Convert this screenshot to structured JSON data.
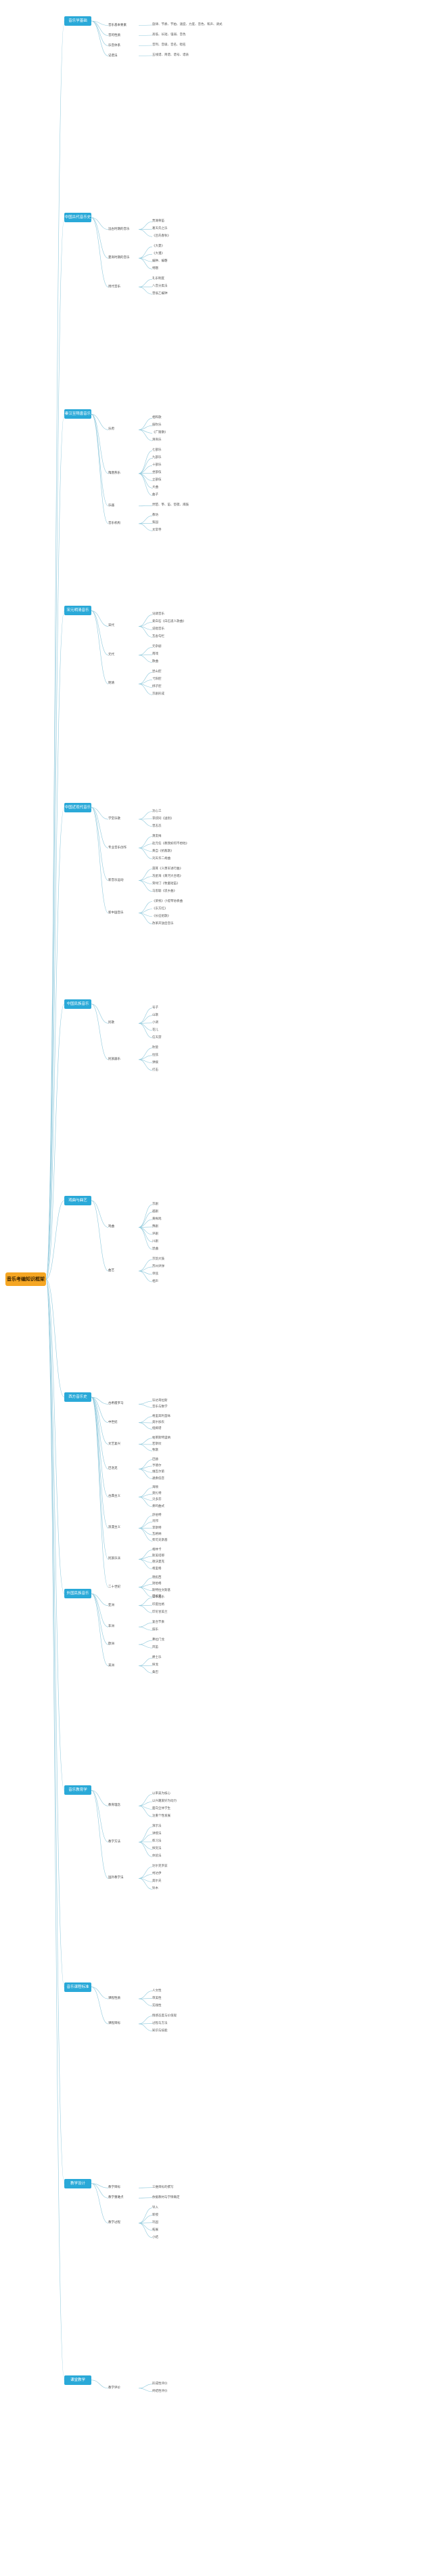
{
  "root": "音乐考编知识框架",
  "colors": {
    "root": "#f5a623",
    "section": "#2aa9d8",
    "line": "#8fc9dc"
  },
  "sections": [
    {
      "title": "音乐学基础",
      "items": [
        {
          "label": "音乐基本要素",
          "sub": [
            "旋律、节奏、节拍、速度、力度、音色、和声、调式"
          ]
        },
        {
          "label": "音的性质",
          "sub": [
            "高低、长短、强弱、音色"
          ]
        },
        {
          "label": "乐音体系",
          "sub": [
            "音列、音级、音名、唱名"
          ]
        },
        {
          "label": "记谱法",
          "sub": [
            "五线谱、简谱、谱号、谱表"
          ]
        }
      ]
    },
    {
      "title": "中国古代音乐史",
      "items": [
        {
          "label": "远古时期的音乐",
          "sub": [
            "贾湖骨笛",
            "葛天氏之乐",
            "《吕氏春秋》"
          ]
        },
        {
          "label": "夏商时期的音乐",
          "sub": [
            "《大夏》",
            "《大濩》",
            "编钟、编磬",
            "特磬"
          ]
        },
        {
          "label": "周代音乐",
          "sub": [
            "礼乐制度",
            "八音分类法",
            "曾侯乙编钟"
          ]
        }
      ]
    },
    {
      "title": "秦汉至隋唐音乐",
      "items": [
        {
          "label": "乐府",
          "sub": [
            "相和歌",
            "鼓吹乐",
            "《广陵散》",
            "清商乐"
          ]
        },
        {
          "label": "隋唐燕乐",
          "sub": [
            "七部乐",
            "九部乐",
            "十部乐",
            "坐部伎",
            "立部伎",
            "大曲",
            "曲子"
          ]
        },
        {
          "label": "乐器",
          "sub": [
            "琵琶、筝、笛、箜篌、羯鼓"
          ]
        },
        {
          "label": "音乐机构",
          "sub": [
            "教坊",
            "梨园",
            "太常寺"
          ]
        }
      ]
    },
    {
      "title": "宋元明清音乐",
      "items": [
        {
          "label": "宋代",
          "sub": [
            "词调音乐",
            "姜白石《白石道人歌曲》",
            "说唱音乐",
            "瓦舍勾栏"
          ]
        },
        {
          "label": "元代",
          "sub": [
            "元杂剧",
            "南戏",
            "散曲"
          ]
        },
        {
          "label": "明清",
          "sub": [
            "昆山腔",
            "弋阳腔",
            "梆子腔",
            "京剧形成"
          ]
        }
      ]
    },
    {
      "title": "中国近现代音乐",
      "items": [
        {
          "label": "学堂乐歌",
          "sub": [
            "沈心工",
            "李叔同《送别》",
            "曾志忞"
          ]
        },
        {
          "label": "专业音乐创作",
          "sub": [
            "萧友梅",
            "赵元任《教我如何不想他》",
            "黄自《抗敌歌》",
            "刘天华二胡曲"
          ]
        },
        {
          "label": "新音乐运动",
          "sub": [
            "聂耳《义勇军进行曲》",
            "冼星海《黄河大合唱》",
            "贺绿汀《牧童短笛》",
            "马思聪《思乡曲》"
          ]
        },
        {
          "label": "新中国音乐",
          "sub": [
            "《梁祝》小提琴协奏曲",
            "《东方红》",
            "《长征组歌》",
            "改革开放后音乐"
          ]
        }
      ]
    },
    {
      "title": "中国民族音乐",
      "items": [
        {
          "label": "民歌",
          "sub": [
            "号子",
            "山歌",
            "小调",
            "花儿",
            "信天游"
          ]
        },
        {
          "label": "民族器乐",
          "sub": [
            "吹管",
            "拉弦",
            "弹拨",
            "打击"
          ]
        }
      ]
    },
    {
      "title": "戏曲与曲艺",
      "items": [
        {
          "label": "戏曲",
          "sub": [
            "京剧",
            "越剧",
            "黄梅戏",
            "豫剧",
            "评剧",
            "川剧",
            "昆曲"
          ]
        },
        {
          "label": "曲艺",
          "sub": [
            "京韵大鼓",
            "苏州评弹",
            "单弦",
            "相声"
          ]
        }
      ]
    },
    {
      "title": "西方音乐史",
      "items": [
        {
          "label": "古希腊罗马",
          "sub": [
            "毕达哥拉斯",
            "音乐与数学"
          ]
        },
        {
          "label": "中世纪",
          "sub": [
            "格里高利圣咏",
            "奥尔加农",
            "纽姆谱"
          ]
        },
        {
          "label": "文艺复兴",
          "sub": [
            "帕莱斯特里纳",
            "若斯坎",
            "牧歌"
          ]
        },
        {
          "label": "巴洛克",
          "sub": [
            "巴赫",
            "亨德尔",
            "维瓦尔第",
            "通奏低音"
          ]
        },
        {
          "label": "古典主义",
          "sub": [
            "海顿",
            "莫扎特",
            "贝多芬",
            "奏鸣曲式"
          ]
        },
        {
          "label": "浪漫主义",
          "sub": [
            "舒伯特",
            "肖邦",
            "李斯特",
            "瓦格纳",
            "柴可夫斯基"
          ]
        },
        {
          "label": "民族乐派",
          "sub": [
            "格林卡",
            "斯美塔那",
            "德沃夏克",
            "格里格"
          ]
        },
        {
          "label": "二十世纪",
          "sub": [
            "德彪西",
            "勋伯格",
            "斯特拉文斯基",
            "巴托克"
          ]
        }
      ]
    },
    {
      "title": "外国民族音乐",
      "items": [
        {
          "label": "亚洲",
          "sub": [
            "日本雅乐",
            "印度拉格",
            "印尼甘美兰"
          ]
        },
        {
          "label": "非洲",
          "sub": [
            "复合节奏",
            "鼓乐"
          ]
        },
        {
          "label": "欧洲",
          "sub": [
            "弗拉门戈",
            "风笛"
          ]
        },
        {
          "label": "美洲",
          "sub": [
            "爵士乐",
            "探戈",
            "桑巴"
          ]
        }
      ]
    },
    {
      "title": "音乐教育学",
      "items": [
        {
          "label": "教育理念",
          "sub": [
            "以审美为核心",
            "以兴趣爱好为动力",
            "面向全体学生",
            "注重个性发展"
          ]
        },
        {
          "label": "教学方法",
          "sub": [
            "演示法",
            "讲授法",
            "练习法",
            "探究法",
            "体验法"
          ]
        },
        {
          "label": "国外教学法",
          "sub": [
            "达尔克罗兹",
            "柯达伊",
            "奥尔夫",
            "铃木"
          ]
        }
      ]
    },
    {
      "title": "音乐课程标准",
      "items": [
        {
          "label": "课程性质",
          "sub": [
            "人文性",
            "审美性",
            "实践性"
          ]
        },
        {
          "label": "课程目标",
          "sub": [
            "情感态度与价值观",
            "过程与方法",
            "知识与技能"
          ]
        }
      ]
    },
    {
      "title": "教学设计",
      "items": [
        {
          "label": "教学目标",
          "sub": [
            "三维目标的撰写"
          ]
        },
        {
          "label": "教学重难点",
          "sub": [
            "依据教材与学情确定"
          ]
        },
        {
          "label": "教学过程",
          "sub": [
            "导入",
            "新授",
            "巩固",
            "拓展",
            "小结"
          ]
        }
      ]
    },
    {
      "title": "课堂教学",
      "items": [
        {
          "label": "教学评价",
          "sub": [
            "形成性评价",
            "终结性评价"
          ]
        }
      ]
    }
  ]
}
